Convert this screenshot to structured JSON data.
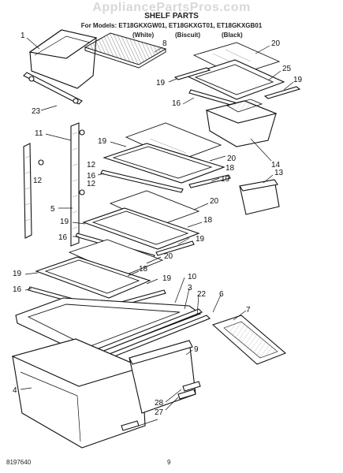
{
  "watermark": "AppliancePartsPros.com",
  "header": {
    "title": "SHELF PARTS",
    "models_line": "For Models: ET18GKXGW01, ET18GKXGT01, ET18GKXGB01",
    "variant_white": "(White)",
    "variant_biscuit": "(Biscuit)",
    "variant_black": "(Black)"
  },
  "callouts": {
    "c1": "1",
    "c8": "8",
    "c20a": "20",
    "c25": "25",
    "c19a": "19",
    "c19b": "19",
    "c16a": "16",
    "c14": "14",
    "c23": "23",
    "c11": "11",
    "c12a": "12",
    "c12b": "12",
    "c12c": "12",
    "c19c": "19",
    "c20b": "20",
    "c18a": "18",
    "c16b": "16",
    "c19d": "19",
    "c13": "13",
    "c5": "5",
    "c20c": "20",
    "c19e": "19",
    "c18b": "18",
    "c16c": "16",
    "c19f": "19",
    "c20d": "20",
    "c19g": "19",
    "c18c": "18",
    "c16d": "16",
    "c19h": "19",
    "c10": "10",
    "c3": "3",
    "c22": "22",
    "c6": "6",
    "c7": "7",
    "c9": "9",
    "c4": "4",
    "c28": "28",
    "c27": "27"
  },
  "footer": {
    "doc_number": "8197640",
    "page_number": "9"
  }
}
